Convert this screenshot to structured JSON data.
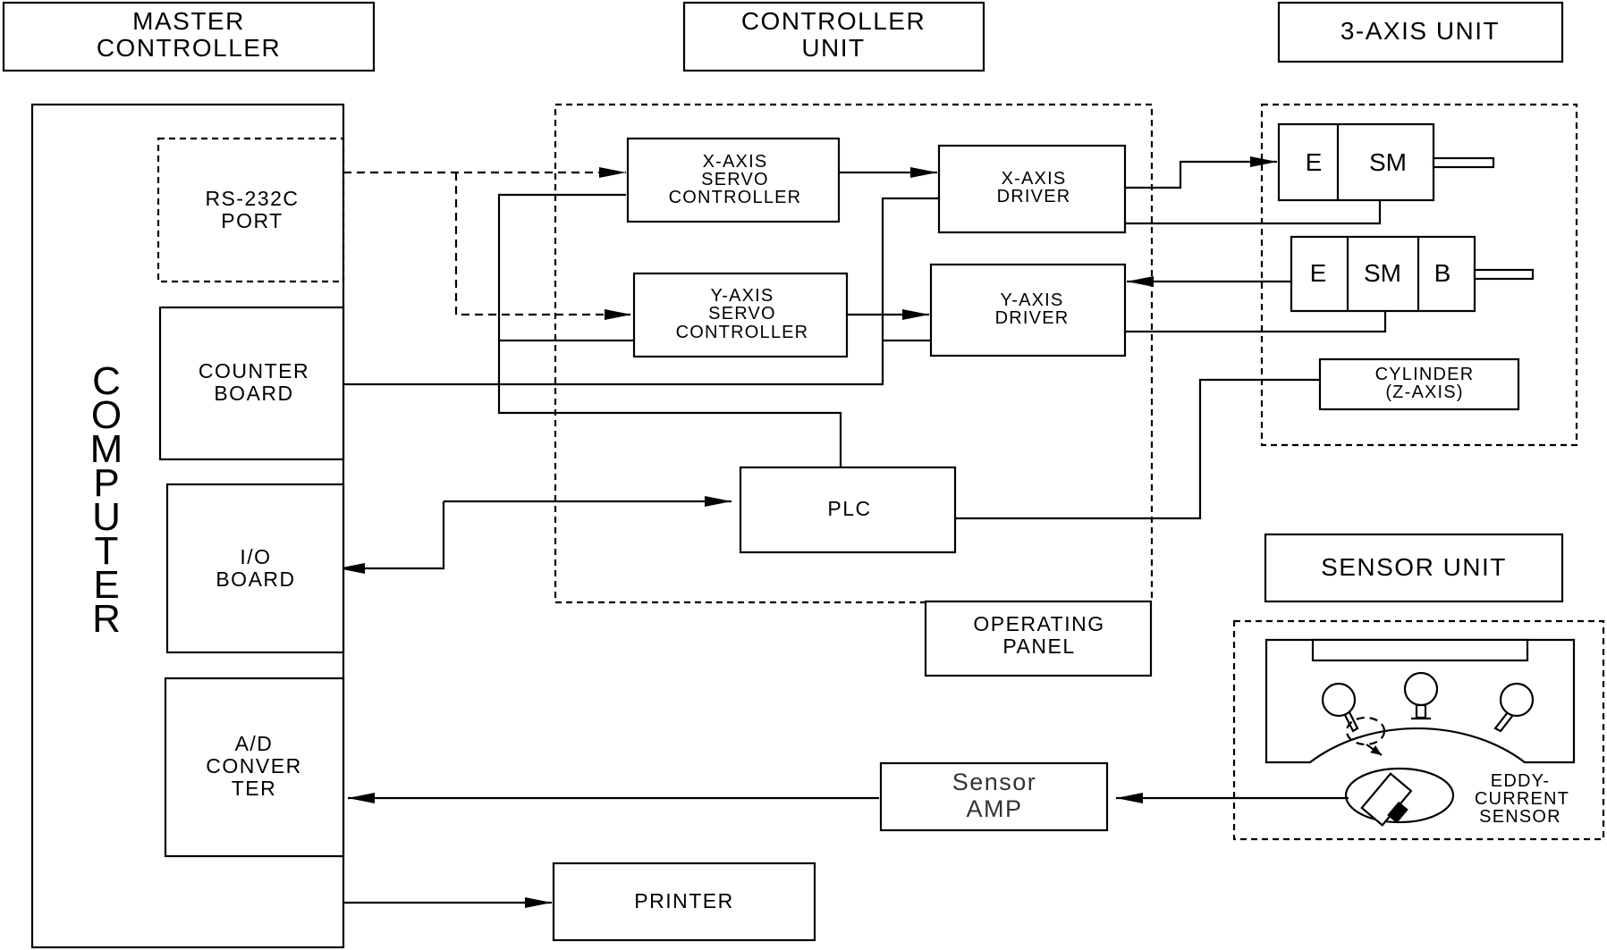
{
  "headers": {
    "master_controller": [
      "MASTER",
      "CONTROLLER"
    ],
    "controller_unit": [
      "CONTROLLER",
      "UNIT"
    ],
    "axis_unit": "3-AXIS UNIT",
    "sensor_unit": "SENSOR UNIT"
  },
  "computer": {
    "label": [
      "C",
      "O",
      "M",
      "P",
      "U",
      "T",
      "E",
      "R"
    ],
    "rs232_port": [
      "RS-232C",
      "PORT"
    ],
    "counter_board": [
      "COUNTER",
      "BOARD"
    ],
    "io_board": [
      "I/O",
      "BOARD"
    ],
    "ad_converter": [
      "A/D",
      "CONVER",
      "TER"
    ]
  },
  "controller": {
    "x_servo": [
      "X-AXIS",
      "SERVO",
      "CONTROLLER"
    ],
    "y_servo": [
      "Y-AXIS",
      "SERVO",
      "CONTROLLER"
    ],
    "x_driver": [
      "X-AXIS",
      "DRIVER"
    ],
    "y_driver": [
      "Y-AXIS",
      "DRIVER"
    ],
    "plc": "PLC",
    "operating_panel": [
      "OPERATING",
      "PANEL"
    ]
  },
  "axis_unit": {
    "x_motor": {
      "encoder": "E",
      "servo_motor": "SM"
    },
    "y_motor": {
      "encoder": "E",
      "servo_motor": "SM",
      "brake": "B"
    },
    "cylinder": [
      "CYLINDER",
      "(Z-AXIS)"
    ]
  },
  "sensor": {
    "amp": [
      "Sensor",
      "AMP"
    ],
    "eddy_current": [
      "EDDY-",
      "CURRENT",
      "SENSOR"
    ]
  },
  "printer": "PRINTER"
}
